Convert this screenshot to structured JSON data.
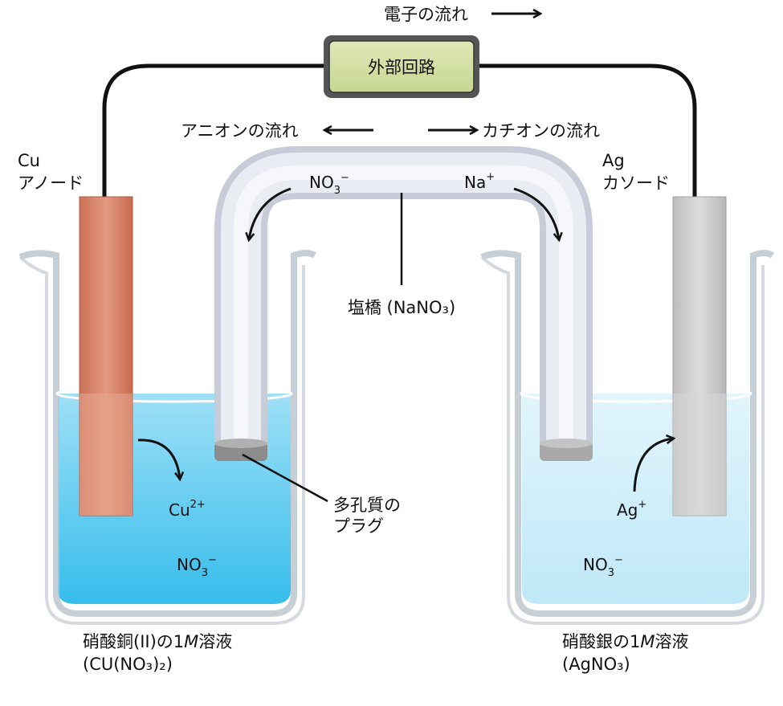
{
  "labels": {
    "electron_flow": "電子の流れ",
    "external_circuit": "外部回路",
    "anion_flow": "アニオンの流れ",
    "cation_flow": "カチオンの流れ",
    "anode_metal": "Cu",
    "anode_name": "アノード",
    "cathode_metal": "Ag",
    "cathode_name": "カソード",
    "salt_bridge": "塩橋 (NaNO₃)",
    "porous_plug_line1": "多孔質の",
    "porous_plug_line2": "プラグ",
    "left_solution_pre": "硝酸銅(II)の1",
    "left_solution_m": "M",
    "left_solution_post": "溶液",
    "left_solution_formula": "(CU(NO₃)₂)",
    "right_solution_pre": "硝酸銀の1",
    "right_solution_m": "M",
    "right_solution_post": "溶液",
    "right_solution_formula": "(AgNO₃)"
  },
  "ions": {
    "bridge_anion": "NO",
    "bridge_anion_sub": "3",
    "bridge_anion_sup": "−",
    "bridge_cation": "Na",
    "bridge_cation_sup": "+",
    "left_cation": "Cu",
    "left_cation_sup": "2+",
    "left_anion": "NO",
    "left_anion_sub": "3",
    "left_anion_sup": "−",
    "right_cation": "Ag",
    "right_cation_sup": "+",
    "right_anion": "NO",
    "right_anion_sub": "3",
    "right_anion_sup": "−"
  },
  "colors": {
    "copper": "#d9826a",
    "silver": "#cfcfcf",
    "left_solution": "#3ec3ee",
    "right_solution": "#c7ecfa",
    "circuit_box": "#cfdca0",
    "wire": "#111111"
  }
}
